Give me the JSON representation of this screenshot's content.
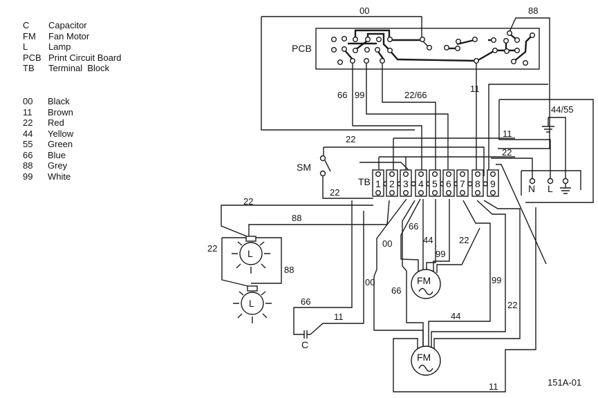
{
  "legend_abbreviations": [
    {
      "code": "C",
      "label": "Capacitor"
    },
    {
      "code": "FM",
      "label": "Fan Motor"
    },
    {
      "code": "L",
      "label": "Lamp"
    },
    {
      "code": "PCB",
      "label": "Print Circuit Board"
    },
    {
      "code": "TB",
      "label": "Terminal  Block"
    }
  ],
  "legend_colors": [
    {
      "code": "00",
      "label": "Black"
    },
    {
      "code": "11",
      "label": "Brown"
    },
    {
      "code": "22",
      "label": "Red"
    },
    {
      "code": "44",
      "label": "Yellow"
    },
    {
      "code": "55",
      "label": "Green"
    },
    {
      "code": "66",
      "label": "Blue"
    },
    {
      "code": "88",
      "label": "Grey"
    },
    {
      "code": "99",
      "label": "White"
    }
  ],
  "components": {
    "pcb": "PCB",
    "sm": "SM",
    "tb": "TB",
    "terminals": [
      "1",
      "2",
      "3",
      "4",
      "5",
      "6",
      "7",
      "8",
      "9"
    ],
    "mains": {
      "n": "N",
      "l": "L"
    },
    "lamp": "L",
    "fan_motor": "FM",
    "fan_motor_symbol": "~",
    "capacitor": "C"
  },
  "wire_labels": {
    "top_00": "00",
    "top_88": "88",
    "pcb_66": "66",
    "pcb_99": "99",
    "pcb_22_66": "22/66",
    "pcb_11": "11",
    "sm_22_top": "22",
    "sm_22_bottom": "22",
    "mains_44_55": "44/55",
    "mains_11": "11",
    "mains_22": "22",
    "lamp_22_top": "22",
    "lamp_88_top": "88",
    "lamp_22_side": "22",
    "lamp_88_side": "88",
    "fm1_66": "66",
    "fm1_44": "44",
    "fm1_00": "00",
    "fm1_99": "99",
    "fm1_22": "22",
    "left_00": "00",
    "left_66": "66",
    "right_99": "99",
    "right_22": "22",
    "mid_44": "44",
    "cap_66": "66",
    "cap_11": "11",
    "bottom_11": "11"
  },
  "figure_id": "151A-01"
}
